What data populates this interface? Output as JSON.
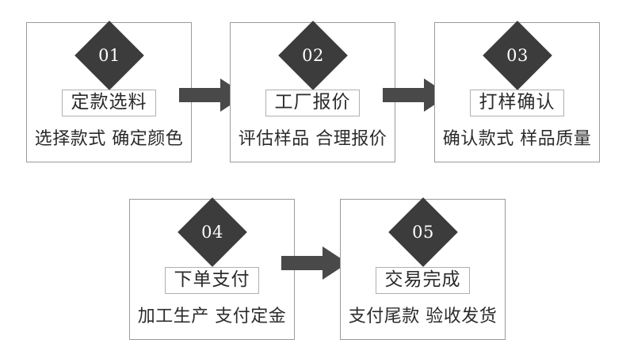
{
  "diagram": {
    "type": "process-flow",
    "title_text": "",
    "colors": {
      "box_border": "#9a9a9a",
      "badge_fill": "#3c3c3c",
      "badge_text": "#ffffff",
      "title_border": "#b0b0b0",
      "text": "#2b2b2b",
      "arrow": "#494949",
      "background": "#ffffff"
    },
    "steps": [
      {
        "number": "01",
        "title": "定款选料",
        "subtitle": "选择款式 确定颜色"
      },
      {
        "number": "02",
        "title": "工厂报价",
        "subtitle": "评估样品 合理报价"
      },
      {
        "number": "03",
        "title": "打样确认",
        "subtitle": "确认款式 样品质量"
      },
      {
        "number": "04",
        "title": "下单支付",
        "subtitle": "加工生产 支付定金"
      },
      {
        "number": "05",
        "title": "交易完成",
        "subtitle": "支付尾款 验收发货"
      }
    ],
    "arrows": [
      {
        "name": "arrow-step1-to-step2",
        "direction": "right"
      },
      {
        "name": "arrow-step2-to-step3",
        "direction": "right"
      },
      {
        "name": "arrow-step4-to-step5",
        "direction": "right"
      }
    ]
  }
}
